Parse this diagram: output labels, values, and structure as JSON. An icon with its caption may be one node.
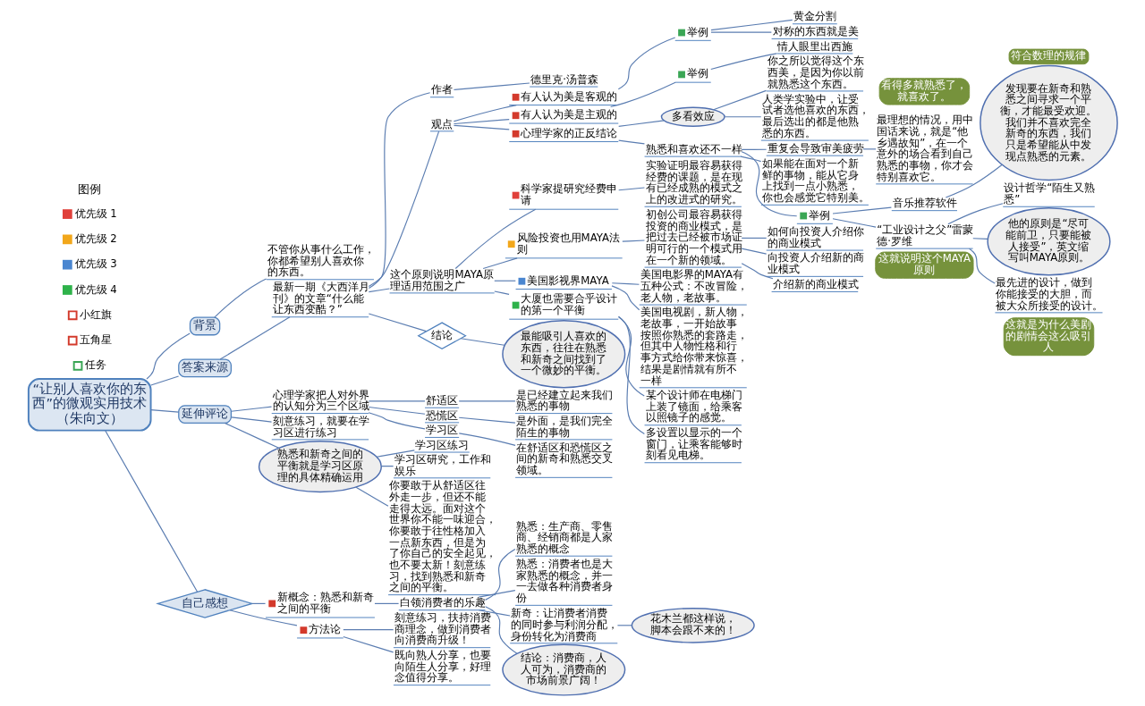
{
  "diagram": {
    "nodes": [
      {
        "text": [
          "“让别人喜欢你的东西”的微观实用技术（朱向文）"
        ]
      },
      {
        "text": [
          "背景"
        ]
      },
      {
        "text": [
          "不管你从事什么工作，你都希望别人喜欢你的东西。"
        ]
      },
      {
        "text": [
          "答案来源"
        ]
      },
      {
        "text": [
          "最新一期《大西洋月刊》的文章“什么能让东西变酷？”"
        ]
      },
      {
        "text": [
          "作者"
        ]
      },
      {
        "text": [
          "德里克·汤普森"
        ]
      },
      {
        "text": [
          "观点"
        ]
      },
      {
        "text": [
          "有人认为美是客观的"
        ]
      },
      {
        "text": [
          "举例"
        ]
      },
      {
        "text": [
          "黄金分割"
        ]
      },
      {
        "text": [
          "对称的东西就是美"
        ]
      },
      {
        "text": [
          "有人认为美是主观的"
        ]
      },
      {
        "text": [
          "举例"
        ]
      },
      {
        "text": [
          "情人眼里出西施"
        ]
      },
      {
        "text": [
          "符合数理的规律"
        ]
      },
      {
        "text": [
          "心理学家的正反结论"
        ]
      },
      {
        "text": [
          "多看效应"
        ]
      },
      {
        "text": [
          "你之所以觉得这个东西美，是因为你以前就熟悉这个东西。"
        ]
      },
      {
        "text": [
          "人类学实验中，让受试者选他喜欢的东西，最后选出的都是他熟悉的东西。"
        ]
      },
      {
        "text": [
          "看得多就熟悉了，就喜欢了。"
        ]
      },
      {
        "text": [
          "熟悉和喜欢还不一样"
        ]
      },
      {
        "text": [
          "重复会导致审美疲劳"
        ]
      },
      {
        "text": [
          "最理想的情况，用中国话来说，就是“他乡遇故知”，在一个意外的场合看到自己熟悉的事物，你才会特别喜欢它。"
        ]
      },
      {
        "text": [
          "如果能在面对一个新鲜的事物，能从它身上找到一点小熟悉，你也会感觉它特别美。"
        ]
      },
      {
        "text": [
          "举例"
        ]
      },
      {
        "text": [
          "音乐推荐软件"
        ]
      },
      {
        "text": [
          "发现要在新奇和熟悉之间寻求一个平衡，才能最受欢迎。我们并不喜欢完全新奇的东西，我们只是希望能从中发现点熟悉的元素。"
        ]
      },
      {
        "text": [
          "“工业设计之父”雷蒙德·罗维"
        ]
      },
      {
        "text": [
          "设计哲学“陌生又熟悉”"
        ]
      },
      {
        "text": [
          "他的原则是“尽可能前卫，只要能被人接受”，英文缩写叫MAYA原则。"
        ]
      },
      {
        "text": [
          "最先进的设计，做到你能接受的大胆，而被大众所接受的设计。"
        ]
      },
      {
        "text": [
          "这个原则说明MAYA原理适用范围之广"
        ]
      },
      {
        "text": [
          "科学家提研究经费申请"
        ]
      },
      {
        "text": [
          "实验证明最容易获得经费的课题，是在现有已经成熟的模式之上的改进式的研究。"
        ]
      },
      {
        "text": [
          "风险投资也用MAYA法则"
        ]
      },
      {
        "text": [
          "初创公司最容易获得投资的商业模式，是把过去已经被市场证明可行的一个模式用在一个新的领域。"
        ]
      },
      {
        "text": [
          "如何向投资人介绍你的商业模式"
        ]
      },
      {
        "text": [
          "向投资人介绍新的商业模式"
        ]
      },
      {
        "text": [
          "介绍新的商业模式"
        ]
      },
      {
        "text": [
          "美国影视界MAYA"
        ]
      },
      {
        "text": [
          "美国电影界的MAYA有五种公式：不改冒险，老人物，老故事。"
        ]
      },
      {
        "text": [
          "美国电视剧，新人物，老故事，一开始故事按照你熟悉的套路走，但其中人物性格和行事方式给你带来惊喜，结果是剧情就有所不一样"
        ]
      },
      {
        "text": [
          "这就是为什么美剧的剧情会这么吸引人"
        ]
      },
      {
        "text": [
          "大厦也需要合乎设计的第一个平衡"
        ]
      },
      {
        "text": [
          "某个设计师在电梯门上装了镜面，给乘客以照镜子的感觉。"
        ]
      },
      {
        "text": [
          "多设置以显示的一个窗门，让乘客能够时刻看见电梯。"
        ]
      },
      {
        "text": [
          "这就说明这个MAYA原则"
        ]
      },
      {
        "text": [
          "结论"
        ]
      },
      {
        "text": [
          "最能吸引人喜欢的东西，往往在熟悉和新奇之间找到了一个微妙的平衡。"
        ]
      },
      {
        "text": [
          "延伸评论"
        ]
      },
      {
        "text": [
          "心理学家把人对外界的认知分为三个区域"
        ]
      },
      {
        "text": [
          "舒适区"
        ]
      },
      {
        "text": [
          "是已经建立起来我们熟悉的事物"
        ]
      },
      {
        "text": [
          "恐慌区"
        ]
      },
      {
        "text": [
          "是外面，是我们完全陌生的事物"
        ]
      },
      {
        "text": [
          "学习区"
        ]
      },
      {
        "text": [
          "在舒适区和恐慌区之间的新奇和熟悉交叉领域。"
        ]
      },
      {
        "text": [
          "刻意练习，就要在学习区进行练习"
        ]
      },
      {
        "text": [
          "熟悉和新奇之间的平衡就是学习区原理的具体精确运用"
        ]
      },
      {
        "text": [
          "学习区练习"
        ]
      },
      {
        "text": [
          "学习区研究，工作和娱乐"
        ]
      },
      {
        "text": [
          "你要敢于从舒适区往外走一步，但还不能走得太远。面对这个世界你不能一味迎合，你要敢于往性格加入一点新东西，但是为了你自己的安全起见，也不要太新！刻意练习，找到熟悉和新奇之间的平衡。"
        ]
      },
      {
        "text": [
          "自己感想"
        ]
      },
      {
        "text": [
          "新概念：熟悉和新奇之间的平衡"
        ]
      },
      {
        "text": [
          "白领消费者的乐趣"
        ]
      },
      {
        "text": [
          "熟悉：生产商、零售商、经销商都是人家熟悉的概念"
        ]
      },
      {
        "text": [
          "熟悉：消费者也是大家熟悉的概念，并一一去做各种消费者身份"
        ]
      },
      {
        "text": [
          "新奇：让消费者消费的同时参与利润分配，身份转化为消费商"
        ]
      },
      {
        "text": [
          "花木兰都这样说，脚本会跟不来的！"
        ]
      },
      {
        "text": [
          "结论：消费商，人人可为，消费商的市场前景广阔！"
        ]
      },
      {
        "text": [
          "方法论"
        ]
      },
      {
        "text": [
          "刻意练习，扶持消费商理念，做到消费者向消费商升级！"
        ]
      },
      {
        "text": [
          "既向熟人分享，也要向陌生人分享，好理念值得分享。"
        ]
      }
    ],
    "edges": [
      {
        "from": 0,
        "to": 1,
        "arrow": "none"
      },
      {
        "from": 1,
        "to": 2,
        "arrow": "none"
      },
      {
        "from": 0,
        "to": 3,
        "arrow": "none"
      },
      {
        "from": 3,
        "to": 4,
        "arrow": "none"
      },
      {
        "from": 4,
        "to": 5,
        "arrow": "none"
      },
      {
        "from": 5,
        "to": 6,
        "arrow": "none"
      },
      {
        "from": 4,
        "to": 7,
        "arrow": "none"
      },
      {
        "from": 7,
        "to": 8,
        "arrow": "none"
      },
      {
        "from": 8,
        "to": 9,
        "arrow": "none"
      },
      {
        "from": 9,
        "to": 10,
        "arrow": "none"
      },
      {
        "from": 9,
        "to": 11,
        "arrow": "none"
      },
      {
        "from": 7,
        "to": 12,
        "arrow": "none"
      },
      {
        "from": 12,
        "to": 13,
        "arrow": "none"
      },
      {
        "from": 13,
        "to": 14,
        "arrow": "none"
      },
      {
        "from": 7,
        "to": 16,
        "arrow": "none"
      },
      {
        "from": 16,
        "to": 17,
        "arrow": "none"
      },
      {
        "from": 17,
        "to": 18,
        "arrow": "none"
      },
      {
        "from": 17,
        "to": 19,
        "arrow": "none"
      },
      {
        "from": 16,
        "to": 21,
        "arrow": "none"
      },
      {
        "from": 21,
        "to": 22,
        "arrow": "none"
      },
      {
        "from": 22,
        "to": 23,
        "arrow": "none"
      },
      {
        "from": 21,
        "to": 24,
        "arrow": "none"
      },
      {
        "from": 21,
        "to": 25,
        "arrow": "none"
      },
      {
        "from": 25,
        "to": 26,
        "arrow": "none"
      },
      {
        "from": 26,
        "to": 27,
        "arrow": "none"
      },
      {
        "from": 25,
        "to": 28,
        "arrow": "none"
      },
      {
        "from": 28,
        "to": 29,
        "arrow": "none"
      },
      {
        "from": 28,
        "to": 30,
        "arrow": "none"
      },
      {
        "from": 28,
        "to": 31,
        "arrow": "none"
      },
      {
        "from": 4,
        "to": 32,
        "arrow": "none"
      },
      {
        "from": 32,
        "to": 33,
        "arrow": "none"
      },
      {
        "from": 33,
        "to": 34,
        "arrow": "none"
      },
      {
        "from": 32,
        "to": 35,
        "arrow": "none"
      },
      {
        "from": 35,
        "to": 36,
        "arrow": "none"
      },
      {
        "from": 36,
        "to": 37,
        "arrow": "none"
      },
      {
        "from": 36,
        "to": 38,
        "arrow": "none"
      },
      {
        "from": 36,
        "to": 39,
        "arrow": "none"
      },
      {
        "from": 32,
        "to": 40,
        "arrow": "none"
      },
      {
        "from": 40,
        "to": 41,
        "arrow": "none"
      },
      {
        "from": 40,
        "to": 42,
        "arrow": "none"
      },
      {
        "from": 32,
        "to": 44,
        "arrow": "none"
      },
      {
        "from": 44,
        "to": 45,
        "arrow": "none"
      },
      {
        "from": 44,
        "to": 46,
        "arrow": "none"
      },
      {
        "from": 4,
        "to": 48,
        "arrow": "none"
      },
      {
        "from": 48,
        "to": 49,
        "arrow": "none"
      },
      {
        "from": 0,
        "to": 50,
        "arrow": "none"
      },
      {
        "from": 50,
        "to": 51,
        "arrow": "none"
      },
      {
        "from": 51,
        "to": 52,
        "arrow": "none"
      },
      {
        "from": 52,
        "to": 53,
        "arrow": "none"
      },
      {
        "from": 51,
        "to": 54,
        "arrow": "none"
      },
      {
        "from": 54,
        "to": 55,
        "arrow": "none"
      },
      {
        "from": 51,
        "to": 56,
        "arrow": "none"
      },
      {
        "from": 56,
        "to": 57,
        "arrow": "none"
      },
      {
        "from": 50,
        "to": 58,
        "arrow": "none"
      },
      {
        "from": 50,
        "to": 59,
        "arrow": "none"
      },
      {
        "from": 59,
        "to": 60,
        "arrow": "none"
      },
      {
        "from": 59,
        "to": 61,
        "arrow": "none"
      },
      {
        "from": 59,
        "to": 62,
        "arrow": "none"
      },
      {
        "from": 0,
        "to": 63,
        "arrow": "none"
      },
      {
        "from": 63,
        "to": 64,
        "arrow": "none"
      },
      {
        "from": 64,
        "to": 65,
        "arrow": "none"
      },
      {
        "from": 65,
        "to": 66,
        "arrow": "none"
      },
      {
        "from": 65,
        "to": 67,
        "arrow": "none"
      },
      {
        "from": 65,
        "to": 68,
        "arrow": "none"
      },
      {
        "from": 68,
        "to": 69,
        "arrow": "none"
      },
      {
        "from": 65,
        "to": 70,
        "arrow": "none"
      },
      {
        "from": 63,
        "to": 71,
        "arrow": "none"
      },
      {
        "from": 71,
        "to": 72,
        "arrow": "none"
      },
      {
        "from": 71,
        "to": 73,
        "arrow": "none"
      }
    ],
    "labels": [
      "图例"
    ],
    "legend": [
      {
        "text": "优先级 1",
        "color": "#e0403a"
      },
      {
        "text": "优先级 2",
        "color": "#f2a71b"
      },
      {
        "text": "优先级 3",
        "color": "#4a86d0"
      },
      {
        "text": "优先级 4",
        "color": "#2eb24a"
      },
      {
        "text": "小红旗"
      },
      {
        "text": "五角星"
      },
      {
        "text": "任务"
      }
    ]
  }
}
